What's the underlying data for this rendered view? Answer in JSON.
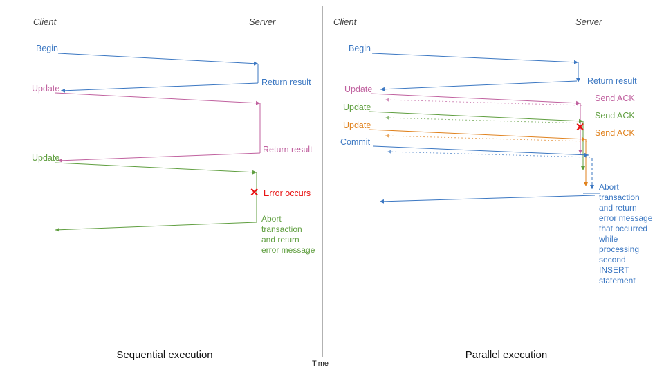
{
  "axis": {
    "time_label": "Time"
  },
  "icons": {
    "error_x": "✕"
  },
  "colors": {
    "blue": "#3b77c2",
    "pink": "#c0619f",
    "green": "#5f9e3f",
    "orange": "#e0821e",
    "red": "#e81212",
    "divider": "#666666",
    "heading": "#3f3f3f"
  },
  "left": {
    "title": "Sequential execution",
    "client_header": "Client",
    "server_header": "Server",
    "begin_label": "Begin",
    "return_result_1": "Return result",
    "update_1": "Update",
    "return_result_2": "Return result",
    "update_2": "Update",
    "error_label": "Error occurs",
    "abort_message": "Abort\ntransaction\nand return\nerror message"
  },
  "right": {
    "title": "Parallel execution",
    "client_header": "Client",
    "server_header": "Server",
    "begin_label": "Begin",
    "return_result": "Return result",
    "update_1": "Update",
    "send_ack_1": "Send ACK",
    "update_2": "Update",
    "send_ack_2": "Send ACK",
    "update_3": "Update",
    "send_ack_3": "Send ACK",
    "commit_label": "Commit",
    "abort_message": "Abort\ntransaction\nand return\nerror message\nthat occurred\nwhile\nprocessing\nsecond\nINSERT\nstatement"
  }
}
